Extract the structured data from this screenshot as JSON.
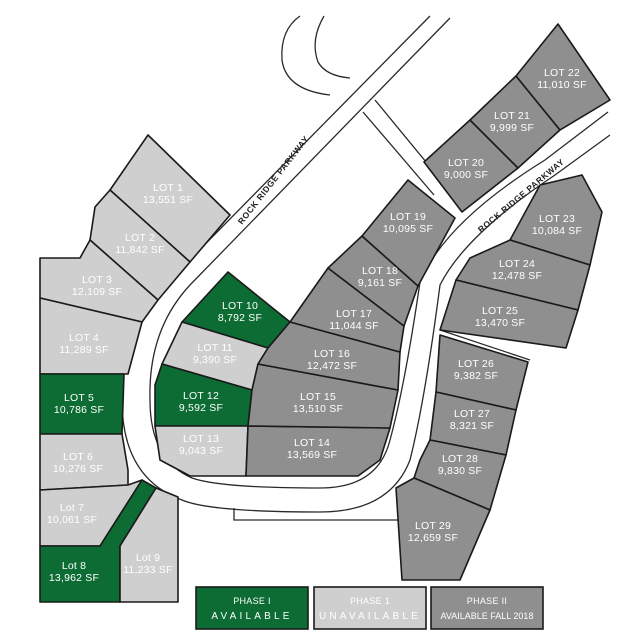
{
  "streets": {
    "street_a": "ROCK RIDGE PARKWAY",
    "street_b": "ROCK RIDGE PARKWAY"
  },
  "colors": {
    "phase1_available": "#0d6b34",
    "phase1_unavailable": "#cfcfcf",
    "phase2": "#8f8f8f",
    "outline": "#1a1a1a"
  },
  "lots": [
    {
      "name": "LOT 1",
      "area": "13,551 SF",
      "status": "unavailable"
    },
    {
      "name": "LOT 2",
      "area": "11,842 SF",
      "status": "unavailable"
    },
    {
      "name": "LOT 3",
      "area": "12,109 SF",
      "status": "unavailable"
    },
    {
      "name": "LOT 4",
      "area": "11,289 SF",
      "status": "unavailable"
    },
    {
      "name": "LOT 5",
      "area": "10,786 SF",
      "status": "available"
    },
    {
      "name": "LOT 6",
      "area": "10,276 SF",
      "status": "unavailable"
    },
    {
      "name": "Lot 7",
      "area": "10,061 SF",
      "status": "unavailable"
    },
    {
      "name": "Lot 8",
      "area": "13,962 SF",
      "status": "available"
    },
    {
      "name": "Lot 9",
      "area": "11,233 SF",
      "status": "unavailable"
    },
    {
      "name": "LOT 10",
      "area": "8,792 SF",
      "status": "available"
    },
    {
      "name": "LOT 11",
      "area": "9,390 SF",
      "status": "unavailable"
    },
    {
      "name": "LOT 12",
      "area": "9,592 SF",
      "status": "available"
    },
    {
      "name": "LOT 13",
      "area": "9,043 SF",
      "status": "unavailable"
    },
    {
      "name": "LOT 14",
      "area": "13,569 SF",
      "status": "phase2"
    },
    {
      "name": "LOT 15",
      "area": "13,510 SF",
      "status": "phase2"
    },
    {
      "name": "LOT 16",
      "area": "12,472 SF",
      "status": "phase2"
    },
    {
      "name": "LOT 17",
      "area": "11,044 SF",
      "status": "phase2"
    },
    {
      "name": "LOT 18",
      "area": "9,161 SF",
      "status": "phase2"
    },
    {
      "name": "LOT 19",
      "area": "10,095 SF",
      "status": "phase2"
    },
    {
      "name": "LOT 20",
      "area": "9,000 SF",
      "status": "phase2"
    },
    {
      "name": "LOT 21",
      "area": "9,999 SF",
      "status": "phase2"
    },
    {
      "name": "LOT 22",
      "area": "11,010 SF",
      "status": "phase2"
    },
    {
      "name": "LOT 23",
      "area": "10,084 SF",
      "status": "phase2"
    },
    {
      "name": "LOT 24",
      "area": "12,478 SF",
      "status": "phase2"
    },
    {
      "name": "LOT 25",
      "area": "13,470 SF",
      "status": "phase2"
    },
    {
      "name": "LOT 26",
      "area": "9,382 SF",
      "status": "phase2"
    },
    {
      "name": "LOT 27",
      "area": "8,321 SF",
      "status": "phase2"
    },
    {
      "name": "LOT 28",
      "area": "9,830 SF",
      "status": "phase2"
    },
    {
      "name": "LOT 29",
      "area": "12,659 SF",
      "status": "phase2"
    }
  ],
  "legend": [
    {
      "line1": "PHASE I",
      "line2": "AVAILABLE",
      "status": "available"
    },
    {
      "line1": "PHASE 1",
      "line2": "UNAVAILABLE",
      "status": "unavailable"
    },
    {
      "line1": "PHASE II",
      "line2": "AVAILABLE FALL 2018",
      "status": "phase2"
    }
  ]
}
